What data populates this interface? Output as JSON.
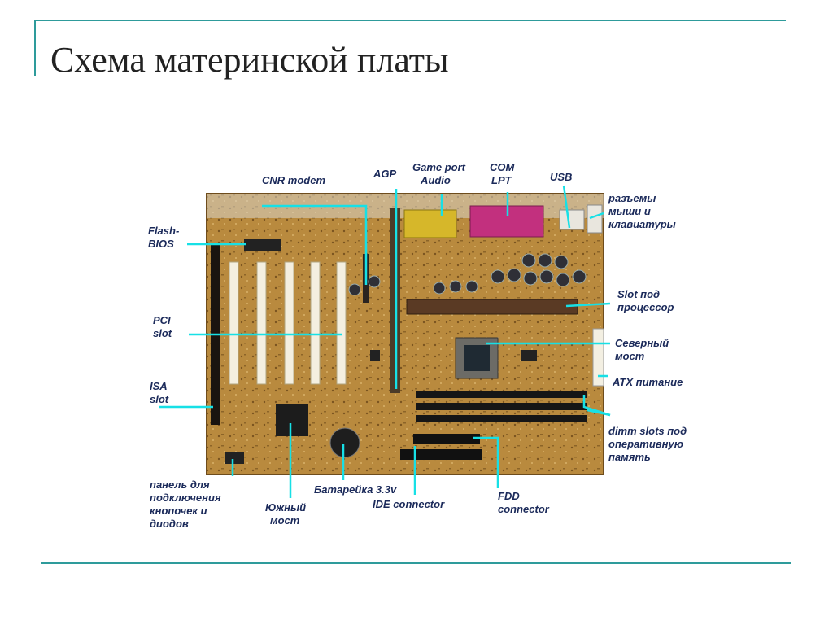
{
  "title": "Схема материнской платы",
  "labels": {
    "cnr": "CNR modem",
    "agp": "AGP",
    "game": [
      "Game port",
      "Audio"
    ],
    "com": [
      "COM",
      "LPT"
    ],
    "usb": "USB",
    "ps2": [
      "разъемы",
      "мыши и",
      "клавиатуры"
    ],
    "flash": [
      "Flash-",
      "BIOS"
    ],
    "pci": [
      "PCI",
      "slot"
    ],
    "isa": [
      "ISA",
      "slot"
    ],
    "cpu": [
      "Slot под",
      "процессор"
    ],
    "north": [
      "Северный",
      "мост"
    ],
    "atx": "ATX питание",
    "dimm": [
      "dimm slots под",
      "оперативную",
      "память"
    ],
    "panel": [
      "панель для",
      "подключения",
      "кнопочек и",
      "диодов"
    ],
    "south": [
      "Южный",
      "мост"
    ],
    "battery": "Батарейка 3.3v",
    "ide": "IDE connector",
    "fdd": [
      "FDD",
      "connector"
    ]
  },
  "colors": {
    "accent": "#2e9b9b",
    "board": "#b8863a",
    "pointer": "#17e0e6",
    "label": "#1b2a5a"
  }
}
